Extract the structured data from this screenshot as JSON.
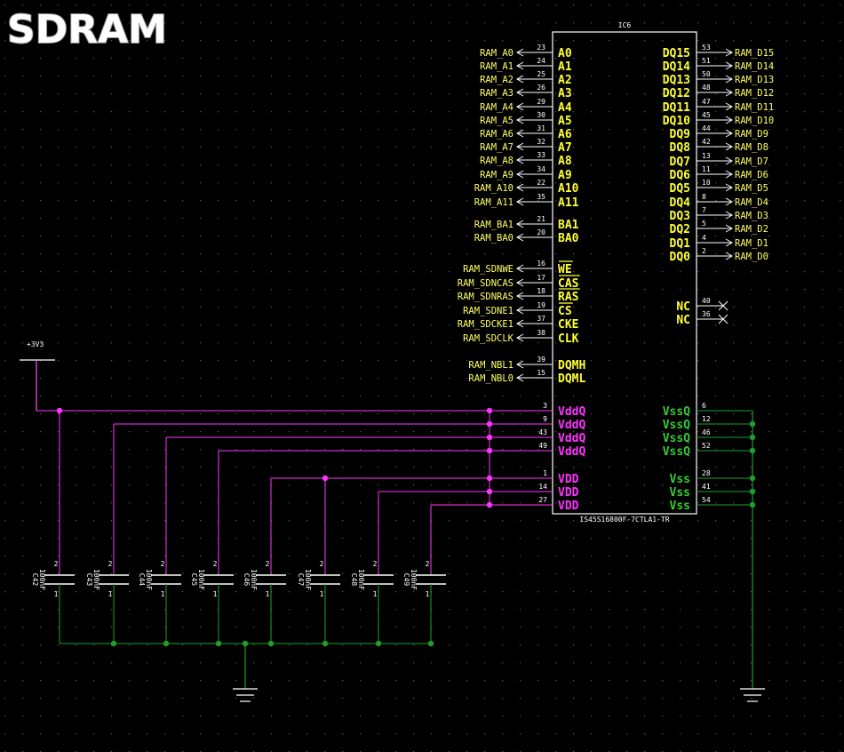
{
  "title": "SDRAM",
  "colors": {
    "background": "#000000",
    "grid_dot": "#5a5a5a",
    "chip_outline": "#ffffff",
    "net_label": "#ffff66",
    "pin_yellow": "#ffff33",
    "power_net": "#ff33ff",
    "ground_net": "#1f9e2c",
    "ground_pin_text": "#33cc33",
    "wire_white": "#ffffff"
  },
  "ic": {
    "designator": "IC6",
    "part_number": "IS45S16800F-7CTLA1-TR",
    "left_pins": [
      {
        "net": "RAM_A0",
        "num": "23",
        "name": "A0"
      },
      {
        "net": "RAM_A1",
        "num": "24",
        "name": "A1"
      },
      {
        "net": "RAM_A2",
        "num": "25",
        "name": "A2"
      },
      {
        "net": "RAM_A3",
        "num": "26",
        "name": "A3"
      },
      {
        "net": "RAM_A4",
        "num": "29",
        "name": "A4"
      },
      {
        "net": "RAM_A5",
        "num": "30",
        "name": "A5"
      },
      {
        "net": "RAM_A6",
        "num": "31",
        "name": "A6"
      },
      {
        "net": "RAM_A7",
        "num": "32",
        "name": "A7"
      },
      {
        "net": "RAM_A8",
        "num": "33",
        "name": "A8"
      },
      {
        "net": "RAM_A9",
        "num": "34",
        "name": "A9"
      },
      {
        "net": "RAM_A10",
        "num": "22",
        "name": "A10"
      },
      {
        "net": "RAM_A11",
        "num": "35",
        "name": "A11"
      },
      {
        "net": "RAM_BA1",
        "num": "21",
        "name": "BA1"
      },
      {
        "net": "RAM_BA0",
        "num": "20",
        "name": "BA0"
      },
      {
        "net": "RAM_SDNWE",
        "num": "16",
        "name": "WE",
        "overbar": true
      },
      {
        "net": "RAM_SDNCAS",
        "num": "17",
        "name": "CAS",
        "overbar": true
      },
      {
        "net": "RAM_SDNRAS",
        "num": "18",
        "name": "RAS",
        "overbar": true
      },
      {
        "net": "RAM_SDNE1",
        "num": "19",
        "name": "CS",
        "overbar": true
      },
      {
        "net": "RAM_SDCKE1",
        "num": "37",
        "name": "CKE"
      },
      {
        "net": "RAM_SDCLK",
        "num": "38",
        "name": "CLK"
      },
      {
        "net": "RAM_NBL1",
        "num": "39",
        "name": "DQMH"
      },
      {
        "net": "RAM_NBL0",
        "num": "15",
        "name": "DQML"
      }
    ],
    "power_pins": [
      {
        "num": "3",
        "name": "VddQ"
      },
      {
        "num": "9",
        "name": "VddQ"
      },
      {
        "num": "43",
        "name": "VddQ"
      },
      {
        "num": "49",
        "name": "VddQ"
      },
      {
        "num": "1",
        "name": "VDD"
      },
      {
        "num": "14",
        "name": "VDD"
      },
      {
        "num": "27",
        "name": "VDD"
      }
    ],
    "right_pins": [
      {
        "num": "53",
        "name": "DQ15",
        "net": "RAM_D15"
      },
      {
        "num": "51",
        "name": "DQ14",
        "net": "RAM_D14"
      },
      {
        "num": "50",
        "name": "DQ13",
        "net": "RAM_D13"
      },
      {
        "num": "48",
        "name": "DQ12",
        "net": "RAM_D12"
      },
      {
        "num": "47",
        "name": "DQ11",
        "net": "RAM_D11"
      },
      {
        "num": "45",
        "name": "DQ10",
        "net": "RAM_D10"
      },
      {
        "num": "44",
        "name": "DQ9",
        "net": "RAM_D9"
      },
      {
        "num": "42",
        "name": "DQ8",
        "net": "RAM_D8"
      },
      {
        "num": "13",
        "name": "DQ7",
        "net": "RAM_D7"
      },
      {
        "num": "11",
        "name": "DQ6",
        "net": "RAM_D6"
      },
      {
        "num": "10",
        "name": "DQ5",
        "net": "RAM_D5"
      },
      {
        "num": "8",
        "name": "DQ4",
        "net": "RAM_D4"
      },
      {
        "num": "7",
        "name": "DQ3",
        "net": "RAM_D3"
      },
      {
        "num": "5",
        "name": "DQ2",
        "net": "RAM_D2"
      },
      {
        "num": "4",
        "name": "DQ1",
        "net": "RAM_D1"
      },
      {
        "num": "2",
        "name": "DQ0",
        "net": "RAM_D0"
      }
    ],
    "nc_pins": [
      {
        "num": "40",
        "name": "NC"
      },
      {
        "num": "36",
        "name": "NC"
      }
    ],
    "ground_pins": [
      {
        "num": "6",
        "name": "VssQ"
      },
      {
        "num": "12",
        "name": "VssQ"
      },
      {
        "num": "46",
        "name": "VssQ"
      },
      {
        "num": "52",
        "name": "VssQ"
      },
      {
        "num": "28",
        "name": "Vss"
      },
      {
        "num": "41",
        "name": "Vss"
      },
      {
        "num": "54",
        "name": "Vss"
      }
    ]
  },
  "power_symbol": {
    "label": "+3V3"
  },
  "capacitors": [
    {
      "ref": "C42",
      "value": "100nF",
      "pin_top": "2",
      "pin_bottom": "1"
    },
    {
      "ref": "C43",
      "value": "100nF",
      "pin_top": "2",
      "pin_bottom": "1"
    },
    {
      "ref": "C44",
      "value": "100nF",
      "pin_top": "2",
      "pin_bottom": "1"
    },
    {
      "ref": "C45",
      "value": "100nF",
      "pin_top": "2",
      "pin_bottom": "1"
    },
    {
      "ref": "C46",
      "value": "100nF",
      "pin_top": "2",
      "pin_bottom": "1"
    },
    {
      "ref": "C47",
      "value": "100nF",
      "pin_top": "2",
      "pin_bottom": "1"
    },
    {
      "ref": "C48",
      "value": "100nF",
      "pin_top": "2",
      "pin_bottom": "1"
    },
    {
      "ref": "C49",
      "value": "100nF",
      "pin_top": "2",
      "pin_bottom": "1"
    }
  ]
}
